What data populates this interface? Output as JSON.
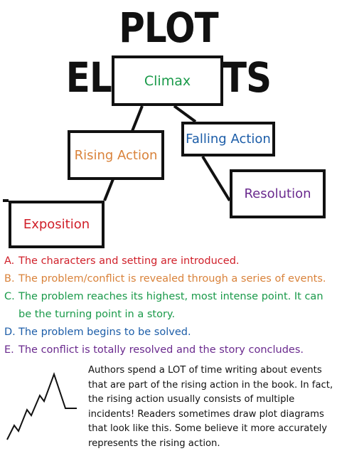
{
  "title": "PLOT ELEMENTS",
  "boxes": {
    "climax": "Climax",
    "falling_action": "Falling Action",
    "rising_action": "Rising Action",
    "resolution": "Resolution",
    "exposition": "Exposition"
  },
  "definitions": [
    {
      "letter": "A.",
      "text": "The characters and setting are introduced.",
      "color": "#d0202a"
    },
    {
      "letter": "B.",
      "text": "The problem/conflict is revealed through a series of events.",
      "color": "#d9823a"
    },
    {
      "letter": "C.",
      "text": "The problem reaches its highest, most intense point. It can be the turning point in a story.",
      "color": "#1a9a4a"
    },
    {
      "letter": "D.",
      "text": "The problem begins to be solved.",
      "color": "#1c5da8"
    },
    {
      "letter": "E.",
      "text": "The conflict is totally resolved and the story concludes.",
      "color": "#6a2a8e"
    }
  ],
  "note": "Authors spend a LOT of time writing about events that are part of the rising action in the book. In fact, the rising action usually consists of multiple incidents! Readers sometimes draw plot diagrams that look like this. Some believe it more accurately represents the rising action."
}
